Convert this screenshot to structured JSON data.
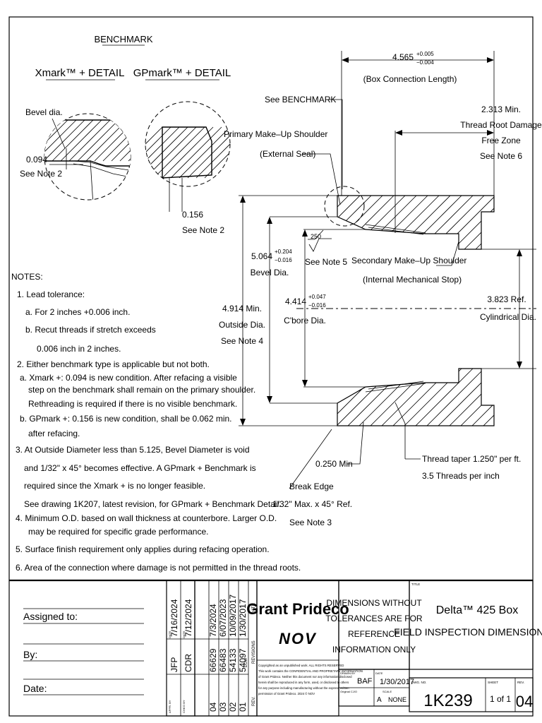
{
  "benchmark": {
    "title": "BENCHMARK",
    "xmark_label": "Xmark™ + DETAIL",
    "gpmark_label": "GPmark™ + DETAIL",
    "bevel_dia": "Bevel dia.",
    "xmark_dim": "0.094",
    "xmark_note": "See Note 2",
    "gpmark_dim": "0.156",
    "gpmark_note": "See Note 2"
  },
  "callouts": {
    "box_length_val": "4.565",
    "box_length_tol_plus": "+0.005",
    "box_length_tol_minus": "−0.004",
    "box_length_label": "(Box Connection Length)",
    "see_benchmark": "See BENCHMARK",
    "primary_shoulder_1": "Primary Make–Up Shoulder",
    "primary_shoulder_2": "(External Seal)",
    "thread_root_1": "2.313 Min.",
    "thread_root_2": "Thread Root Damage",
    "thread_root_3": "Free Zone",
    "thread_root_4": "See Note 6",
    "finish_val": "250",
    "finish_note": "See Note 5",
    "bevel_val": "5.064",
    "bevel_tol_plus": "+0.204",
    "bevel_tol_minus": "−0.016",
    "bevel_label": "Bevel Dia.",
    "secondary_1": "Secondary Make–Up Shoulder",
    "secondary_2": "(Internal Mechanical Stop)",
    "od_1": "4.914 Min.",
    "od_2": "Outside Dia.",
    "od_3": "See Note 4",
    "cbore_val": "4.414",
    "cbore_tol_plus": "+0.047",
    "cbore_tol_minus": "−0.016",
    "cbore_label": "C'bore Dia.",
    "cyl_1": "3.823 Ref.",
    "cyl_2": "Cylindrical Dia.",
    "min_250": "0.250 Min",
    "taper_1": "Thread taper 1.250\" per ft.",
    "taper_2": "3.5 Threads per inch",
    "break_1": "Break Edge",
    "break_2": "1/32\" Max. x 45° Ref.",
    "break_3": "See Note 3"
  },
  "notes": {
    "heading": "NOTES:",
    "lines": [
      "1. Lead tolerance:",
      "a. For 2 inches +0.006 inch.",
      "b. Recut threads if stretch exceeds",
      "0.006 inch in 2 inches.",
      "2. Either benchmark type is applicable but not both.",
      "a. Xmark +: 0.094 is new condition. After refacing a visible",
      "step on the benchmark shall remain on the primary shoulder.",
      "Rethreading is required if there is no visible benchmark.",
      "b. GPmark +: 0.156 is new condition, shall be 0.062 min.",
      "after refacing.",
      "3. At Outside Diameter less than 5.125, Bevel Diameter is void",
      "and 1/32\" x 45° becomes effective. A GPmark + Benchmark is",
      "required since the Xmark + is no longer feasible.",
      "See drawing 1K207, latest revision, for GPmark + Benchmark Detail.",
      "4. Minimum O.D. based on wall thickness at counterbore.  Larger O.D.",
      "may be required for specific grade performance.",
      "5. Surface finish requirement only applies during refacing operation.",
      "6. Area of the connection where damage is not permitted in the thread roots."
    ]
  },
  "title_block": {
    "assigned_to": "Assigned to:",
    "by": "By:",
    "date": "Date:",
    "appr_by": "APPR. BY",
    "chkd_by": "CHK'D BY",
    "date_tag": "DATE",
    "appr_name": "JFP",
    "chkd_name": "CDR",
    "appr_date": "7/16/2024",
    "chkd_date": "7/12/2024",
    "revisions_label": "REVISIONS",
    "rev_label": "REV.",
    "ecn_label": "ECN#",
    "date_label": "DATE",
    "revisions": [
      {
        "rev": "04",
        "ecn": "66629",
        "date": "7/3/2024"
      },
      {
        "rev": "03",
        "ecn": "66483",
        "date": "6/07/2023"
      },
      {
        "rev": "02",
        "ecn": "54133",
        "date": "10/09/2017"
      },
      {
        "rev": "01",
        "ecn": "54097",
        "date": "1/30/2017"
      }
    ],
    "company": "Grant Prideco",
    "company_logo": "NOV",
    "copyright": [
      "Copyrighted as an unpublished work. ALL RIGHTS RESERVED",
      "This work contains the CONFIDENTIAL AND PROPRIETARY INFORMATION",
      "of Grant Prideco. Neither this document nor any information disclosed",
      "herein shall be reproduced in any form, used, or disclosed to others",
      "for any purpose including manufacturing without the express written",
      "permission of Grant Prideco. 2024 © NOV"
    ],
    "dimensions_note": [
      "DIMENSIONS WITHOUT",
      "TOLERANCES ARE FOR",
      "REFERENCE",
      "INFORMATION ONLY"
    ],
    "drawn_by_label": "DRAWN BY",
    "drawn_by": "BAF",
    "date_small_label": "DATE",
    "drawn_date": "1/30/2017",
    "original_label": "Original CJ/O",
    "size": "A",
    "scale_label": "SCALE",
    "scale": "NONE",
    "title_label": "TITLE",
    "title_1": "Delta™ 425 Box",
    "title_2": "FIELD INSPECTION DIMENSIONS",
    "dwg_no_label": "DWG. NO.",
    "dwg_no": "1K239",
    "sheet_label": "SHEET",
    "sheet": "1 of 1",
    "rev_small_label": "REV.",
    "rev": "04"
  }
}
